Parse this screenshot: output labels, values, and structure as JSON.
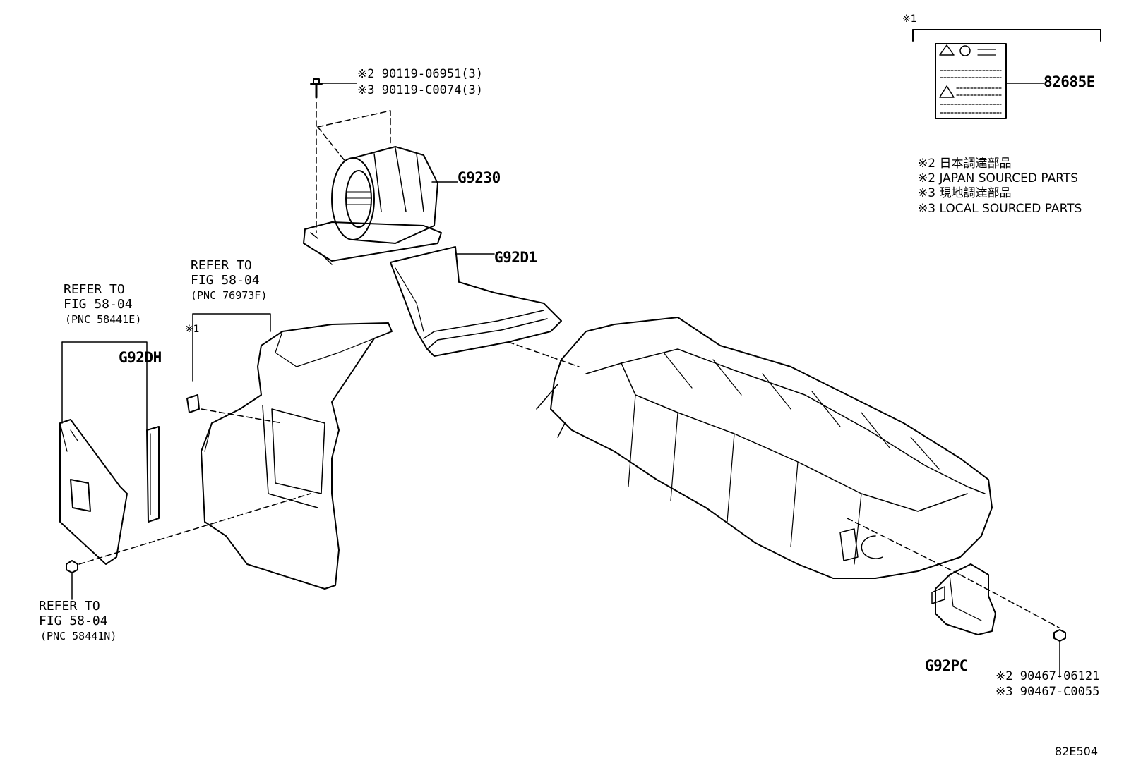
{
  "legend_box": {
    "mark": "※1",
    "part": "82685E"
  },
  "notes": [
    "※2 日本調達部品",
    "※2 JAPAN SOURCED PARTS",
    "※3 現地調達部品",
    "※3 LOCAL SOURCED PARTS"
  ],
  "bolt_top": {
    "line1": "※2 90119-06951(3)",
    "line2": "※3 90119-C0074(3)"
  },
  "parts": {
    "blower": "G9230",
    "duct": "G92D1",
    "cover": "G92DH",
    "bracket": "G92PC"
  },
  "refs": {
    "ref_a": {
      "line1": "REFER TO",
      "line2": "FIG 58-04",
      "line3": "(PNC 76973F)"
    },
    "ref_b": {
      "line1": "REFER TO",
      "line2": "FIG 58-04",
      "line3": "(PNC 58441E)"
    },
    "ref_c": {
      "line1": "REFER TO",
      "line2": "FIG 58-04",
      "line3": "(PNC 58441N)"
    }
  },
  "mark_left": "※1",
  "nut_bottom": {
    "line1": "※2 90467-06121",
    "line2": "※3 90467-C0055"
  },
  "diagram_id": "82E504"
}
